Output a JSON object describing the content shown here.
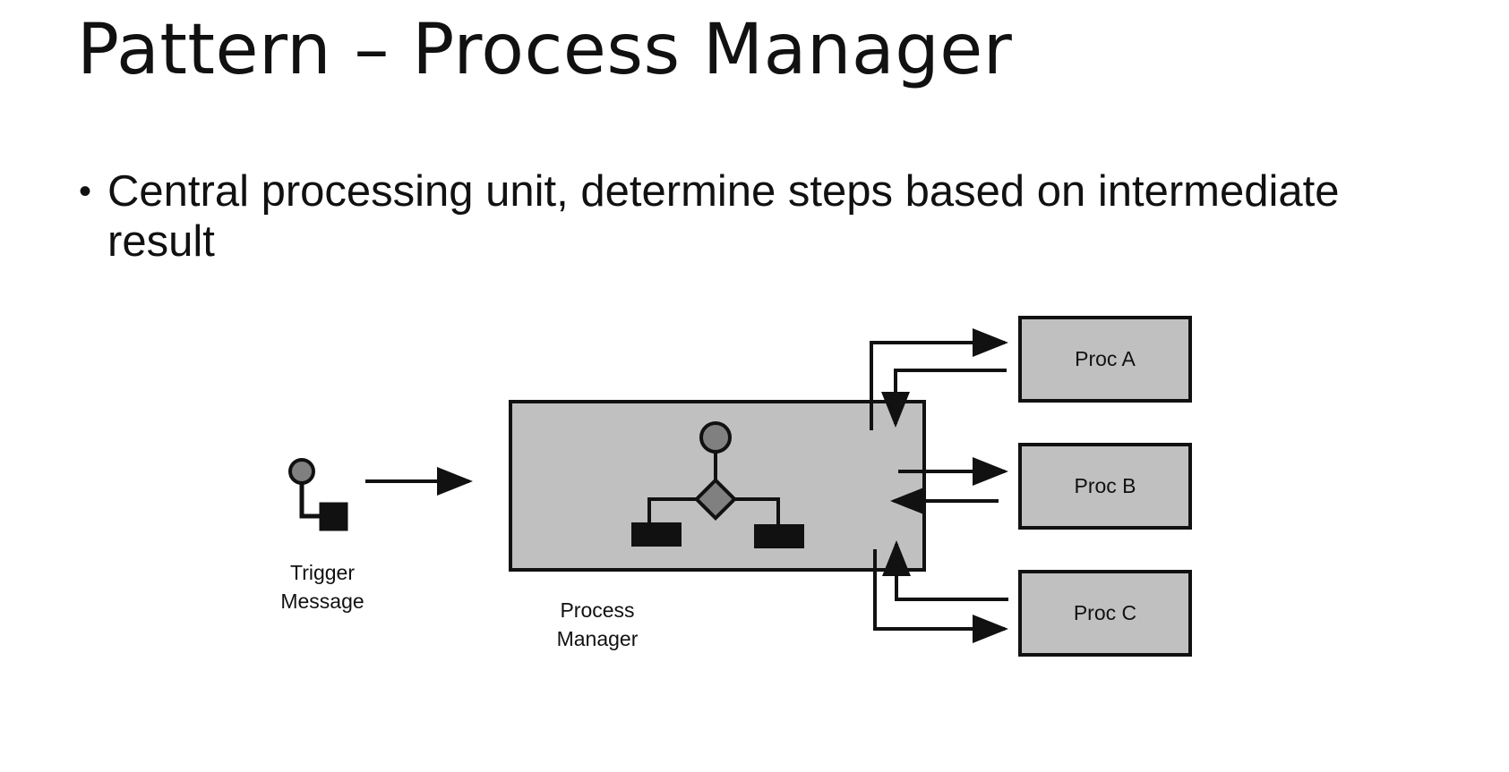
{
  "slide": {
    "title": "Pattern – Process Manager",
    "bullets": [
      "Central processing unit, determine steps based on intermediate result"
    ]
  },
  "diagram": {
    "trigger": {
      "label_line1": "Trigger",
      "label_line2": "Message"
    },
    "process_manager": {
      "label_line1": "Process",
      "label_line2": "Manager"
    },
    "processors": [
      {
        "label": "Proc A"
      },
      {
        "label": "Proc B"
      },
      {
        "label": "Proc C"
      }
    ],
    "colors": {
      "box_fill": "#c0c0c0",
      "icon_fill": "#808080",
      "stroke": "#111111"
    }
  }
}
